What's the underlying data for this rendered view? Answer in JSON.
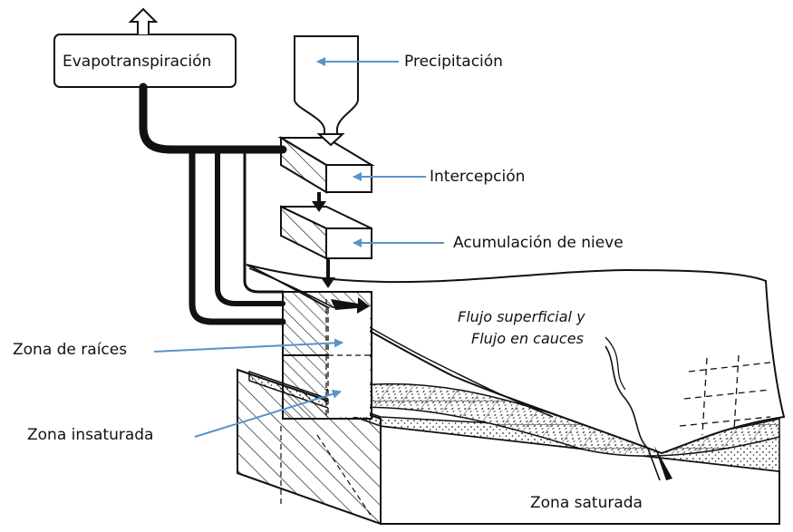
{
  "labels": {
    "evapotranspiracion": "Evapotranspiración",
    "precipitacion": "Precipitación",
    "intercepcion": "Intercepción",
    "acumulacion_nieve": "Acumulación de nieve",
    "flujo_superficial": "Flujo superficial y",
    "flujo_cauces": "Flujo en cauces",
    "zona_raices": "Zona de raíces",
    "zona_insaturada": "Zona insaturada",
    "zona_saturada": "Zona saturada"
  },
  "colors": {
    "ink": "#111111",
    "pointer": "#5b93c7",
    "paper": "#ffffff"
  }
}
